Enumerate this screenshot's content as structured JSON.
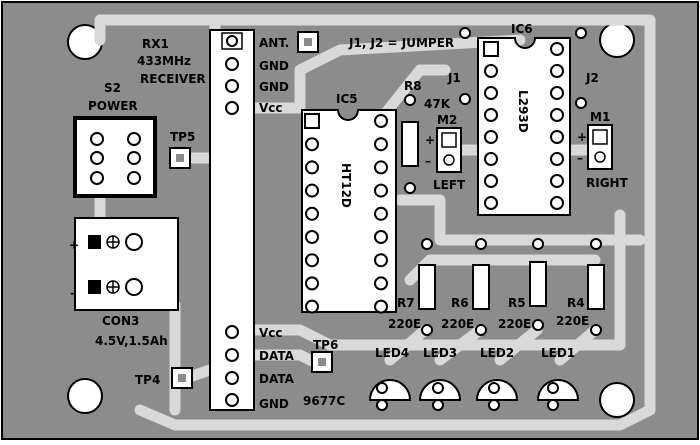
{
  "board": {
    "background": "#8c8c8c",
    "trace_color": "#d9d9d9",
    "pad_color": "#ffffff",
    "ink_color": "#000000",
    "code": "9677C"
  },
  "receiver": {
    "label_name": "RX1",
    "label_freq": "433MHz",
    "label_type": "RECEIVER",
    "pins_top": [
      "ANT.",
      "GND",
      "GND",
      "Vcc"
    ],
    "pins_bottom": [
      "Vcc",
      "DATA",
      "DATA",
      "GND"
    ]
  },
  "switch": {
    "name": "S2",
    "label": "POWER"
  },
  "test_points": {
    "tp5": "TP5",
    "tp6": "TP6",
    "tp4": "TP4"
  },
  "connector": {
    "name": "CON3",
    "rating": "4.5V,1.5Ah",
    "plus": "+",
    "minus": "–"
  },
  "ics": {
    "ic5": {
      "name": "IC5",
      "part": "HT12D"
    },
    "ic6": {
      "name": "IC6",
      "part": "L293D"
    }
  },
  "resistors": {
    "r8": {
      "name": "R8",
      "value": "47K"
    },
    "r7": {
      "name": "R7",
      "value": "220E"
    },
    "r6": {
      "name": "R6",
      "value": "220E"
    },
    "r5": {
      "name": "R5",
      "value": "220E"
    },
    "r4": {
      "name": "R4",
      "value": "220E"
    }
  },
  "jumpers": {
    "note": "J1, J2 = JUMPER",
    "j1": "J1",
    "j2": "J2"
  },
  "motors": {
    "m2": {
      "name": "M2",
      "side": "LEFT",
      "plus": "+",
      "minus": "–"
    },
    "m1": {
      "name": "M1",
      "side": "RIGHT",
      "plus": "+",
      "minus": "–"
    }
  },
  "leds": [
    "LED4",
    "LED3",
    "LED2",
    "LED1"
  ]
}
